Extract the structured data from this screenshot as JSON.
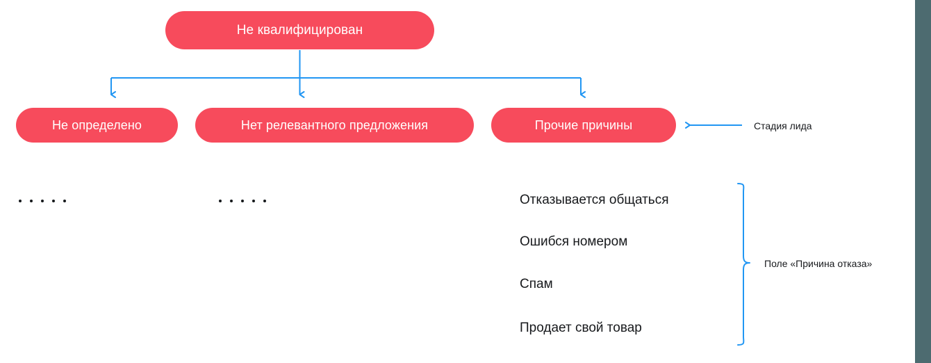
{
  "diagram": {
    "type": "flowchart-tree",
    "title_node": {
      "label": "Не квалифицирован"
    },
    "stage_nodes": [
      {
        "label": "Не определено"
      },
      {
        "label": "Нет релевантного предложения"
      },
      {
        "label": "Прочие причины"
      }
    ],
    "ellipsis_groups": [
      {
        "name": "ellipsis-under-ne-opredeleno",
        "dot_count": 5
      },
      {
        "name": "ellipsis-under-net-relevantnogo",
        "dot_count": 5
      }
    ],
    "reasons": [
      "Отказывается общаться",
      "Ошибся номером",
      "Спам",
      "Продает свой товар"
    ],
    "annotations": {
      "stage_label": "Стадия лида",
      "field_label": "Поле «Причина отказа»"
    },
    "colors": {
      "pill_fill": "#f74b5c",
      "pill_text": "#ffffff",
      "connector": "#2196f3",
      "brace": "#2196f3",
      "body_text": "#17191c",
      "edge_strip": "#4d6b70",
      "background": "#ffffff"
    }
  }
}
